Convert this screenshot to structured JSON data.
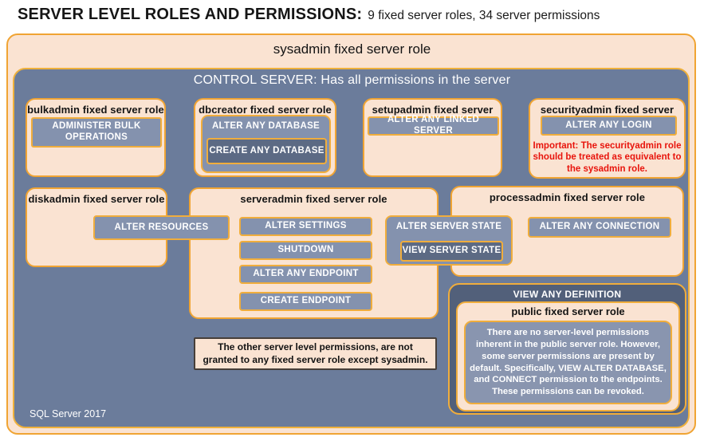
{
  "title": {
    "main": "SERVER LEVEL ROLES AND PERMISSIONS:",
    "subtitle": "9 fixed server roles, 34 server permissions"
  },
  "sysadmin": {
    "label": "sysadmin fixed server role"
  },
  "control_server": {
    "label": "CONTROL SERVER: Has all permissions in the server"
  },
  "roles": {
    "bulkadmin": {
      "title": "bulkadmin fixed server role",
      "permissions": [
        "ADMINISTER BULK OPERATIONS"
      ]
    },
    "dbcreator": {
      "title": "dbcreator fixed server role",
      "outer_permission": "ALTER ANY DATABASE",
      "inner_permission": "CREATE ANY DATABASE"
    },
    "setupadmin": {
      "title": "setupadmin fixed server role",
      "permissions": [
        "ALTER ANY LINKED SERVER"
      ]
    },
    "securityadmin": {
      "title": "securityadmin fixed server role",
      "permissions": [
        "ALTER ANY LOGIN"
      ],
      "warning": "Important: The securityadmin role should be treated as equivalent to the sysadmin role."
    },
    "diskadmin": {
      "title": "diskadmin fixed server role",
      "permissions": [
        "ALTER RESOURCES"
      ]
    },
    "serveradmin": {
      "title": "serveradmin fixed server role",
      "permissions": [
        "ALTER SETTINGS",
        "SHUTDOWN",
        "ALTER ANY ENDPOINT",
        "CREATE ENDPOINT"
      ]
    },
    "shared_serveradmin_processadmin": {
      "outer_permission": "ALTER SERVER STATE",
      "inner_permission": "VIEW SERVER STATE"
    },
    "processadmin": {
      "title": "processadmin fixed server role",
      "permissions": [
        "ALTER ANY CONNECTION"
      ]
    },
    "public": {
      "outer_permission": "VIEW ANY DEFINITION",
      "title": "public fixed server role",
      "description": "There are no server-level permissions inherent in the public server role. However, some server permissions are present by default. Specifically, VIEW ALTER DATABASE, and CONNECT permission to the endpoints. These permissions can be revoked."
    }
  },
  "footnote": "The other server level permissions, are not granted to any fixed server role except sysadmin.",
  "footer": "SQL Server 2017",
  "colors": {
    "peach": "#fae3d2",
    "orange_border": "#f0a433",
    "blue_background": "#6b7c9b",
    "permission_fill": "#8492ae",
    "permission_dark_fill": "#5c6a84",
    "dark_panel_fill": "#52607a",
    "warning_red": "#e8140c"
  }
}
